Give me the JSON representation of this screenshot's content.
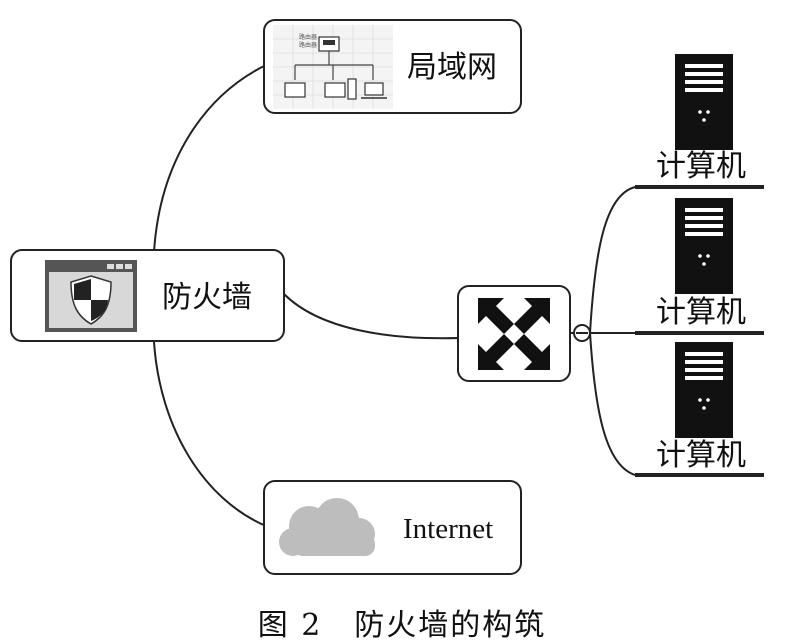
{
  "nodes": {
    "lan": {
      "label": "局域网",
      "mini_text_top": "路由器",
      "mini_text_bottom": "路由器"
    },
    "firewall": {
      "label": "防火墙"
    },
    "internet": {
      "label": "Internet"
    },
    "switch": {
      "icon": "switch-arrows-icon"
    }
  },
  "computers": [
    {
      "label": "计算机"
    },
    {
      "label": "计算机"
    },
    {
      "label": "计算机"
    }
  ],
  "caption": "图 2　防火墙的构筑",
  "colors": {
    "line": "#222222",
    "cloud": "#bdbdbd",
    "server": "#111111"
  }
}
